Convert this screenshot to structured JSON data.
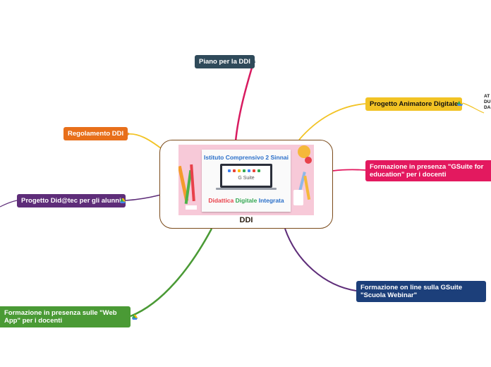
{
  "central": {
    "label": "DDI",
    "banner_school": "Istituto Comprensivo 2 Sinnai",
    "banner_gsuite": "G Suite",
    "banner_title_words": [
      "Didattica",
      "Digitale",
      "Integrata"
    ]
  },
  "nodes": [
    {
      "id": "piano",
      "label": "Piano per la DDI",
      "color": "#2f4a5a",
      "icon": "link-icon"
    },
    {
      "id": "regolamento",
      "label": "Regolamento DDI",
      "color": "#e86f1a",
      "icon": "link-icon"
    },
    {
      "id": "didtec",
      "label": "Progetto Did@tec per gli alunni",
      "color": "#5e2d79",
      "icon": "google-drive-icon"
    },
    {
      "id": "animatore",
      "label": "Progetto Animatore Digitale",
      "color": "#f2c324",
      "text_color": "#111111",
      "icon": "google-drive-icon"
    },
    {
      "id": "gsuite-presenza",
      "label": "Formazione in presenza  \"GSuite for education\" per i docenti",
      "color": "#e3195f"
    },
    {
      "id": "scuola-webinar",
      "label": "Formazione on line sulla GSuite \"Scuola Webinar\"",
      "color": "#1c3f7a"
    },
    {
      "id": "web-app",
      "label": "Formazione in presenza sulle  \"Web App\" per i docenti",
      "color": "#4a9a35",
      "icon": "google-drive-icon"
    }
  ],
  "offscreen_text": [
    "AT",
    "DU",
    "DA"
  ],
  "colors": {
    "border": "#7a4a1a",
    "link_piano": "#d81b60",
    "link_regolamento": "#f2c324",
    "link_didtec": "#5e2d79",
    "link_animatore": "#f2c324",
    "link_gsuite": "#e3195f",
    "link_webinar": "#5e2d79",
    "link_webapp": "#4a9a35"
  }
}
